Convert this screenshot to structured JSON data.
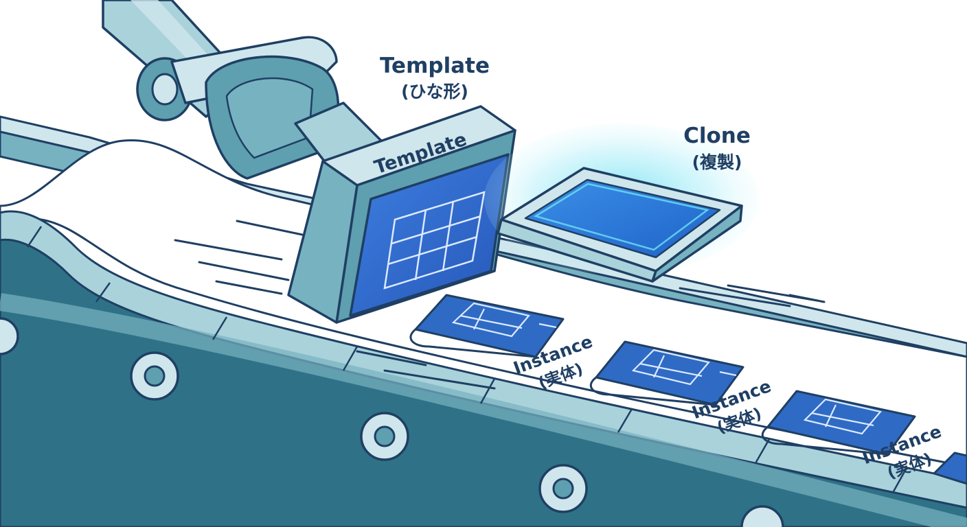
{
  "labels": {
    "template_title": "Template",
    "template_sub": "(ひな形)",
    "stamp_text": "Template",
    "clone_title": "Clone",
    "clone_sub": "(複製)",
    "instances": [
      {
        "title": "Instance",
        "sub": "(実体)"
      },
      {
        "title": "Instance",
        "sub": "(実体)"
      },
      {
        "title": "Instance",
        "sub": "(実体)"
      }
    ]
  },
  "colors": {
    "outline": "#1f3f63",
    "machine": "#5e9fb0",
    "machine_light": "#a9d2db",
    "belt_dark": "#2f7287",
    "belt_mid": "#77b2c0",
    "belt_light": "#cfe6ec",
    "blueprint": "#2f6bc4",
    "blueprint_line": "#dce9ff",
    "clone_glow": "#6fe0f3",
    "text": "#1f3f63"
  },
  "icons": {
    "roller": "roller-icon",
    "blueprint": "blueprint-icon",
    "robot_arm": "robot-arm-icon",
    "stamp": "stamp-icon"
  }
}
